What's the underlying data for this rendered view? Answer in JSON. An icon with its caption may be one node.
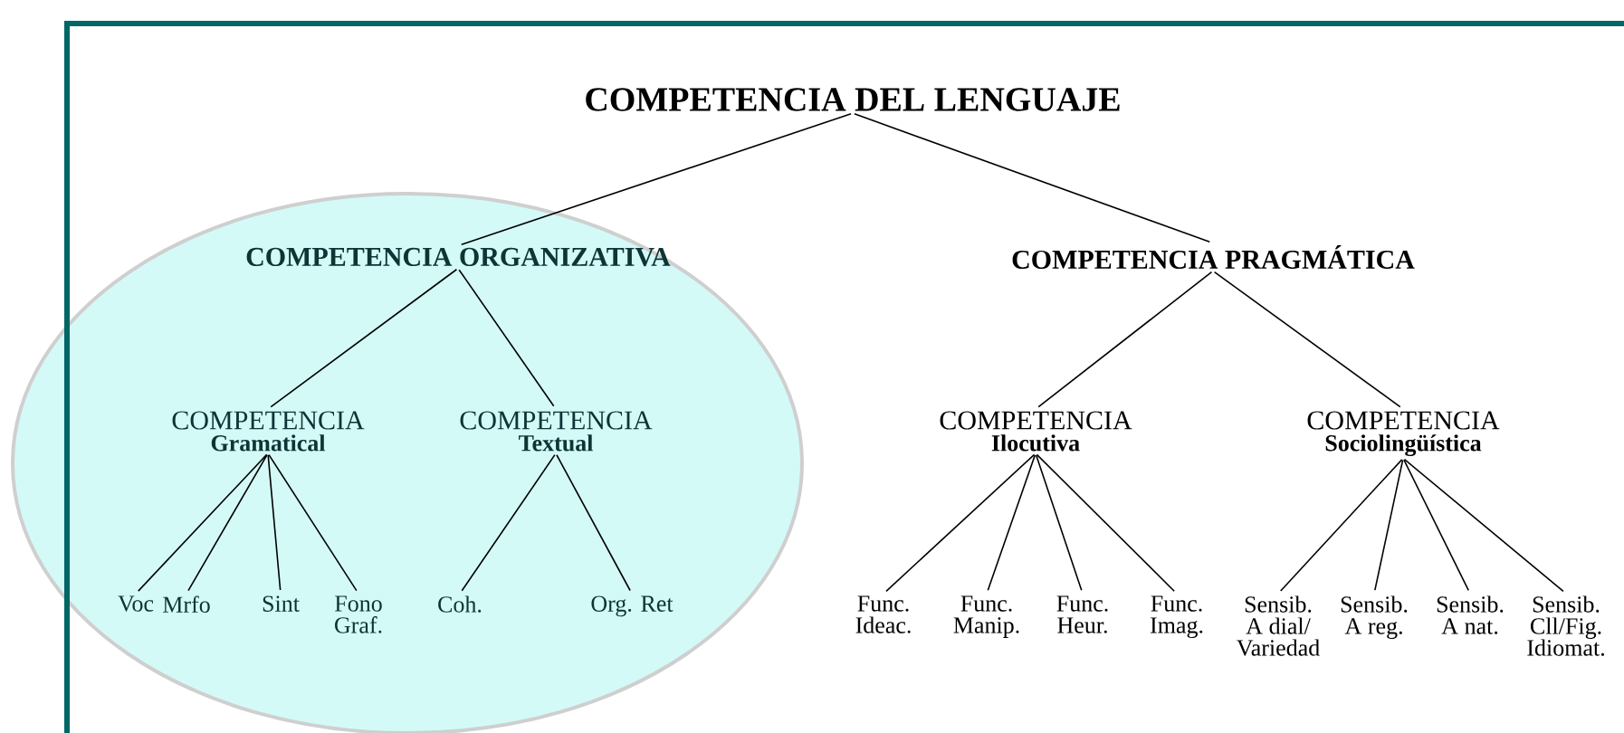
{
  "diagram": {
    "nodes": [
      {
        "text": [
          "COMPETENCIA DEL LENGUAJE"
        ]
      },
      {
        "text": [],
        "shape": "ellipse"
      },
      {
        "text": [
          "COMPETENCIA ORGANIZATIVA"
        ],
        "in": 1
      },
      {
        "text": [
          "COMPETENCIA PRAGMÁTICA"
        ]
      },
      {
        "text": [
          "COMPETENCIA",
          "Gramatical"
        ],
        "in": 1
      },
      {
        "text": [
          "COMPETENCIA",
          "Textual"
        ],
        "in": 1
      },
      {
        "text": [
          "COMPETENCIA",
          "Ilocutiva"
        ]
      },
      {
        "text": [
          "COMPETENCIA",
          "Sociolingüística"
        ]
      },
      {
        "text": [
          "Voc"
        ],
        "in": 1
      },
      {
        "text": [
          "Mrfo"
        ],
        "in": 1
      },
      {
        "text": [
          "Sint"
        ],
        "in": 1
      },
      {
        "text": [
          "Fono Graf."
        ],
        "in": 1
      },
      {
        "text": [
          "Coh."
        ],
        "in": 1
      },
      {
        "text": [
          "Org. Ret"
        ],
        "in": 1
      },
      {
        "text": [
          "Func. Ideac."
        ]
      },
      {
        "text": [
          "Func. Manip."
        ]
      },
      {
        "text": [
          "Func. Heur."
        ]
      },
      {
        "text": [
          "Func. Imag."
        ]
      },
      {
        "text": [
          "Sensib. A dial/ Variedad"
        ]
      },
      {
        "text": [
          "Sensib. A reg."
        ]
      },
      {
        "text": [
          "Sensib. A nat."
        ]
      },
      {
        "text": [
          "Sensib. Cll/Fig. Idiomat."
        ]
      }
    ],
    "edges": [
      {
        "from": 0,
        "to": 2,
        "arrow": "none"
      },
      {
        "from": 0,
        "to": 3,
        "arrow": "none"
      },
      {
        "from": 2,
        "to": 4,
        "arrow": "none"
      },
      {
        "from": 2,
        "to": 5,
        "arrow": "none"
      },
      {
        "from": 3,
        "to": 6,
        "arrow": "none"
      },
      {
        "from": 3,
        "to": 7,
        "arrow": "none"
      },
      {
        "from": 4,
        "to": 8,
        "arrow": "none"
      },
      {
        "from": 4,
        "to": 9,
        "arrow": "none"
      },
      {
        "from": 4,
        "to": 10,
        "arrow": "none"
      },
      {
        "from": 4,
        "to": 11,
        "arrow": "none"
      },
      {
        "from": 5,
        "to": 12,
        "arrow": "none"
      },
      {
        "from": 5,
        "to": 13,
        "arrow": "none"
      },
      {
        "from": 6,
        "to": 14,
        "arrow": "none"
      },
      {
        "from": 6,
        "to": 15,
        "arrow": "none"
      },
      {
        "from": 6,
        "to": 16,
        "arrow": "none"
      },
      {
        "from": 6,
        "to": 17,
        "arrow": "none"
      },
      {
        "from": 7,
        "to": 18,
        "arrow": "none"
      },
      {
        "from": 7,
        "to": 19,
        "arrow": "none"
      },
      {
        "from": 7,
        "to": 20,
        "arrow": "none"
      },
      {
        "from": 7,
        "to": 21,
        "arrow": "none"
      }
    ]
  }
}
